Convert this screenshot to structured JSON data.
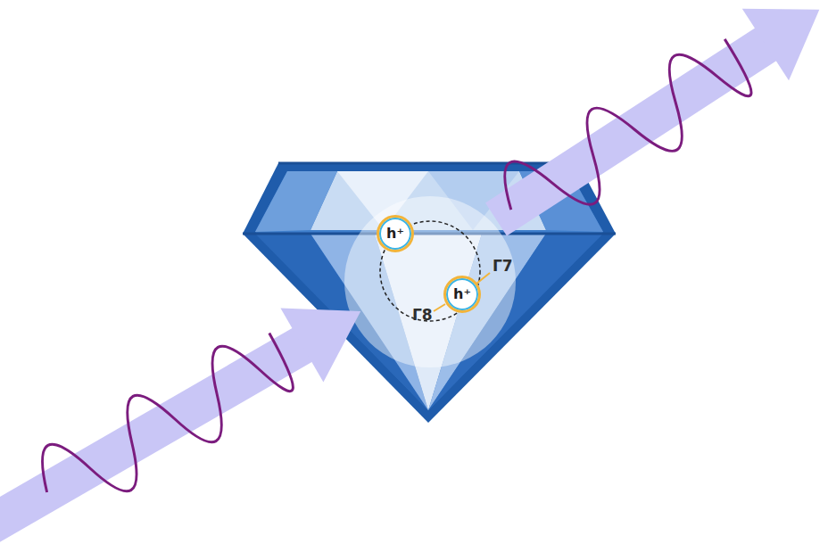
{
  "diagram": {
    "nodes": [
      {
        "text": [
          "h⁺"
        ]
      },
      {
        "text": [
          "h⁺"
        ]
      }
    ],
    "labels": [
      "Γ7",
      "Γ8"
    ]
  }
}
